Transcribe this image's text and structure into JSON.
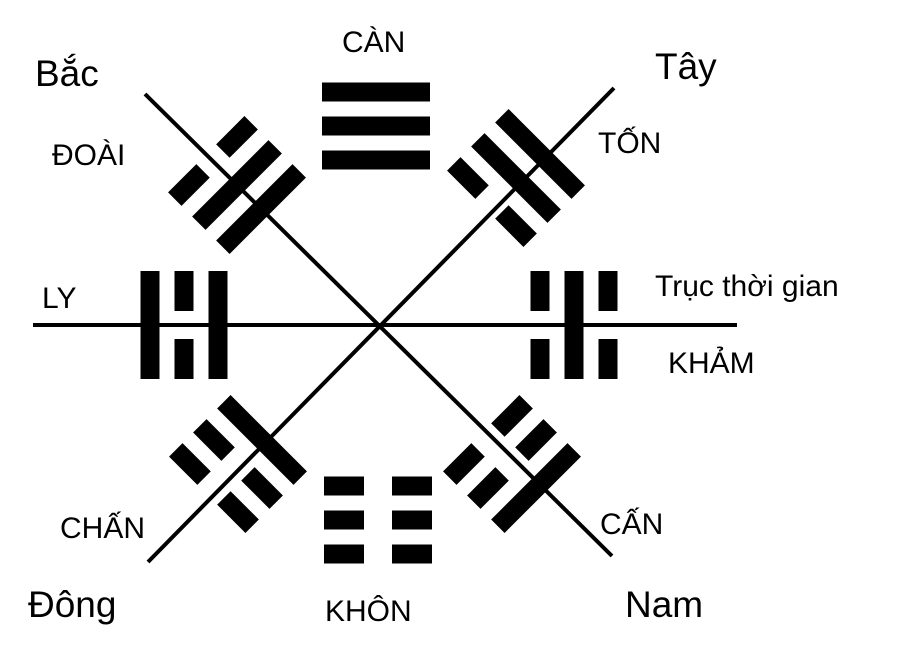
{
  "directions": {
    "north": "Bắc",
    "west": "Tây",
    "east": "Đông",
    "south": "Nam"
  },
  "axis_label": "Trục thời gian",
  "trigrams": [
    {
      "key": "can_heaven",
      "name": "CÀN",
      "lines_outer_to_inner": [
        "solid",
        "solid",
        "solid"
      ]
    },
    {
      "key": "doai",
      "name": "ĐOÀI",
      "lines_outer_to_inner": [
        "broken",
        "solid",
        "solid"
      ]
    },
    {
      "key": "ton",
      "name": "TỐN",
      "lines_outer_to_inner": [
        "solid",
        "solid",
        "broken"
      ]
    },
    {
      "key": "ly",
      "name": "LY",
      "lines_outer_to_inner": [
        "solid",
        "broken",
        "solid"
      ]
    },
    {
      "key": "kham",
      "name": "KHẢM",
      "lines_outer_to_inner": [
        "broken",
        "solid",
        "broken"
      ]
    },
    {
      "key": "chan",
      "name": "CHẤN",
      "lines_outer_to_inner": [
        "broken",
        "broken",
        "solid"
      ]
    },
    {
      "key": "can_mountain",
      "name": "CẤN",
      "lines_outer_to_inner": [
        "solid",
        "broken",
        "broken"
      ]
    },
    {
      "key": "khon",
      "name": "KHÔN",
      "lines_outer_to_inner": [
        "broken",
        "broken",
        "broken"
      ]
    }
  ],
  "colors": {
    "ink": "#000000",
    "background": "#ffffff"
  }
}
